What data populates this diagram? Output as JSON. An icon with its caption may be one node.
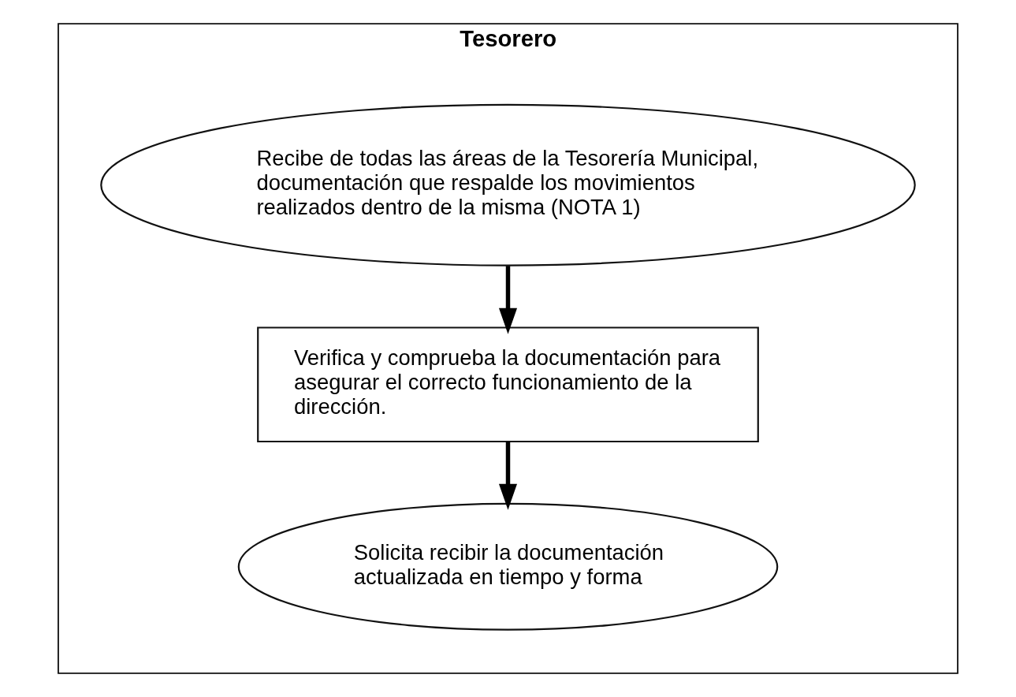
{
  "diagram": {
    "nodes": [
      {
        "text": [
          "Tesorero"
        ]
      },
      {
        "text": [
          "Recibe de todas las áreas de la Tesorería Municipal, documentación que respalde los movimientos realizados dentro de la misma (NOTA 1)"
        ],
        "in": 0
      },
      {
        "text": [
          "Verifica y comprueba la documentación para asegurar el correcto funcionamiento de la dirección."
        ],
        "in": 0
      },
      {
        "text": [
          "Solicita recibir la documentación actualizada en tiempo y forma"
        ],
        "in": 0
      }
    ],
    "edges": [
      {
        "from": 1,
        "to": 2,
        "arrow": "to"
      },
      {
        "from": 2,
        "to": 3,
        "arrow": "to"
      }
    ]
  }
}
